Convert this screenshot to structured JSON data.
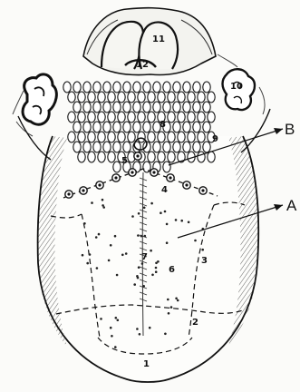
{
  "callouts": [
    {
      "id": "A",
      "label": "A"
    },
    {
      "id": "B",
      "label": "B"
    }
  ],
  "region_numbers": [
    "1",
    "2",
    "3",
    "4",
    "5",
    "6",
    "7",
    "8",
    "9",
    "10",
    "11",
    "12"
  ],
  "colors": {
    "ink": "#111111",
    "paper": "#fbfbf9"
  }
}
